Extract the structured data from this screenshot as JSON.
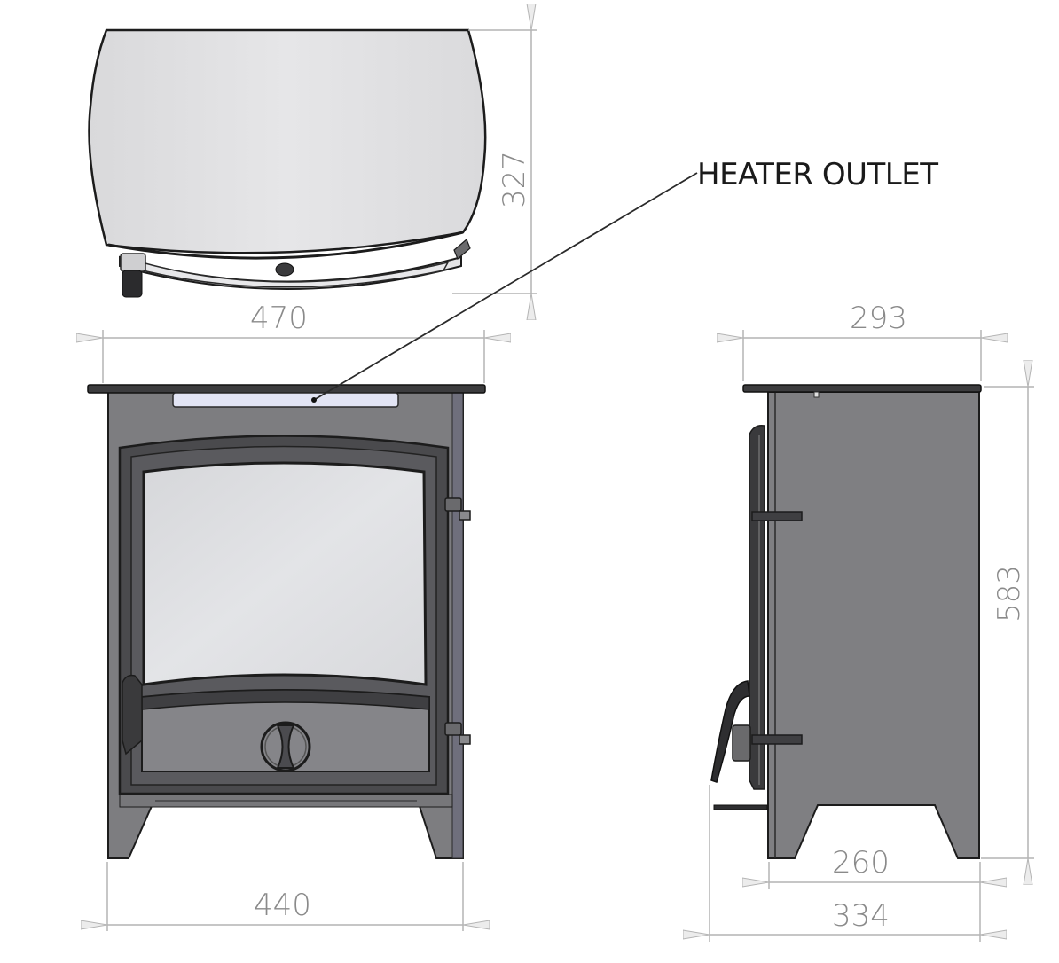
{
  "diagram": {
    "type": "stove technical dimension drawing",
    "views": [
      "top-view",
      "front-view",
      "side-view"
    ],
    "callout": {
      "label": "HEATER OUTLET"
    },
    "dimensions": {
      "top_depth": "327",
      "top_width": "470",
      "base_width_front": "440",
      "side_top_depth": "293",
      "height": "583",
      "side_leg_span": "260",
      "overall_depth": "334"
    },
    "colors": {
      "body": "#7c7c7e",
      "body_dark": "#3a3a3c",
      "glass": "#dcdde0",
      "top_surface": "#e2e2e4",
      "outline": "#1c1c1c",
      "dim_line": "#b4b4b4",
      "dim_text": "#8a8a8a",
      "outlet": "#e2e4f4"
    }
  }
}
